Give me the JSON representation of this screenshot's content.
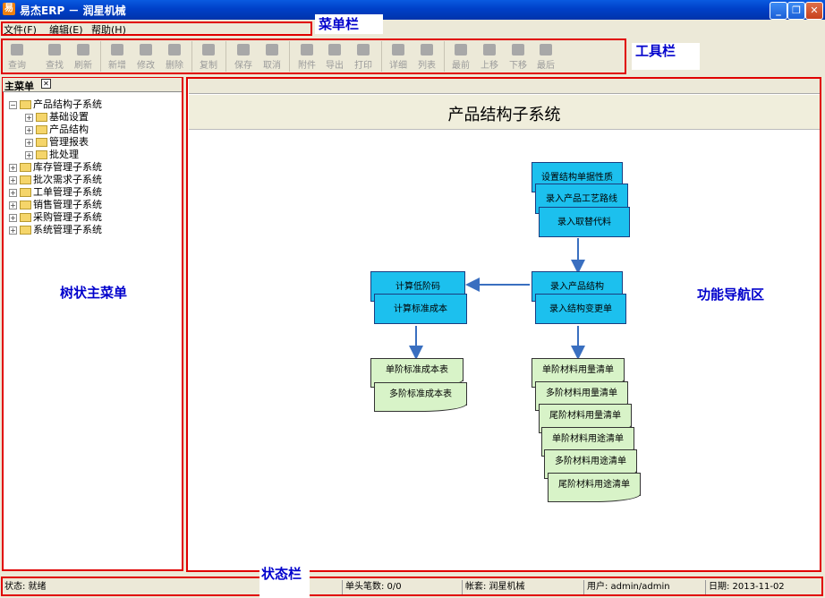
{
  "window": {
    "title": "易杰ERP － 润星机械",
    "logo": "易"
  },
  "menu": {
    "items": [
      "文件(F)",
      "编辑(E)",
      "帮助(H)"
    ]
  },
  "toolbar": {
    "buttons": [
      "查询",
      "查找",
      "刷新",
      "新增",
      "修改",
      "删除",
      "复制",
      "保存",
      "取消",
      "附件",
      "导出",
      "打印",
      "详细",
      "列表",
      "最前",
      "上移",
      "下移",
      "最后"
    ]
  },
  "annotations": {
    "menubar": "菜单栏",
    "toolbar": "工具栏",
    "tree": "树状主菜单",
    "nav": "功能导航区",
    "statusbar": "状态栏"
  },
  "left": {
    "tab": "主菜单",
    "tree": [
      {
        "label": "产品结构子系统",
        "level": 0,
        "sign": "−"
      },
      {
        "label": "基础设置",
        "level": 1,
        "sign": "+"
      },
      {
        "label": "产品结构",
        "level": 1,
        "sign": "+"
      },
      {
        "label": "管理报表",
        "level": 1,
        "sign": "+"
      },
      {
        "label": "批处理",
        "level": 1,
        "sign": "+"
      },
      {
        "label": "库存管理子系统",
        "level": 0,
        "sign": "+"
      },
      {
        "label": "批次需求子系统",
        "level": 0,
        "sign": "+"
      },
      {
        "label": "工单管理子系统",
        "level": 0,
        "sign": "+"
      },
      {
        "label": "销售管理子系统",
        "level": 0,
        "sign": "+"
      },
      {
        "label": "采购管理子系统",
        "level": 0,
        "sign": "+"
      },
      {
        "label": "系统管理子系统",
        "level": 0,
        "sign": "+"
      }
    ]
  },
  "main": {
    "title": "产品结构子系统",
    "flow": {
      "setup": [
        "设置结构单据性质",
        "录入产品工艺路线",
        "录入取替代料"
      ],
      "left": [
        "计算低阶码",
        "计算标准成本"
      ],
      "center": [
        "录入产品结构",
        "录入结构变更单"
      ],
      "left_reports": [
        "单阶标准成本表",
        "多阶标准成本表"
      ],
      "right_reports": [
        "单阶材料用量清单",
        "多阶材料用量清单",
        "尾阶材料用量清单",
        "单阶材料用途清单",
        "多阶材料用途清单",
        "尾阶材料用途清单"
      ]
    }
  },
  "status": {
    "state": "状态: 就绪",
    "records": "单头笔数: 0/0",
    "account": "帐套: 润星机械",
    "user": "用户: admin/admin",
    "date": "日期: 2013-11-02"
  }
}
